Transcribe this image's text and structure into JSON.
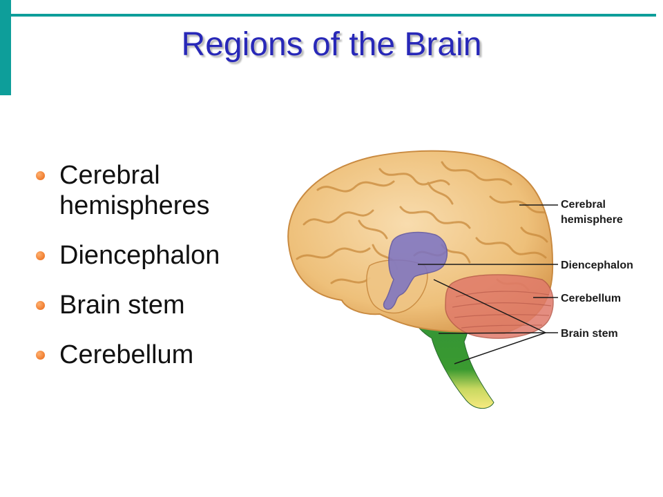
{
  "slide": {
    "title": "Regions of the Brain",
    "bullets": [
      {
        "text": "Cerebral hemispheres"
      },
      {
        "text": "Diencephalon"
      },
      {
        "text": "Brain stem"
      },
      {
        "text": "Cerebellum"
      }
    ]
  },
  "figure": {
    "labels": {
      "cerebral_line1": "Cerebral",
      "cerebral_line2": "hemisphere",
      "diencephalon": "Diencephalon",
      "cerebellum": "Cerebellum",
      "brain_stem": "Brain stem"
    }
  },
  "colors": {
    "accent": "#0e9e9a",
    "title": "#2828b8",
    "bullet": "#e86612",
    "cerebrum": "#f1c98a",
    "diencephalon": "#7a72c4",
    "cerebellum": "#e07a6a",
    "brain_stem": "#2f8f3c"
  }
}
